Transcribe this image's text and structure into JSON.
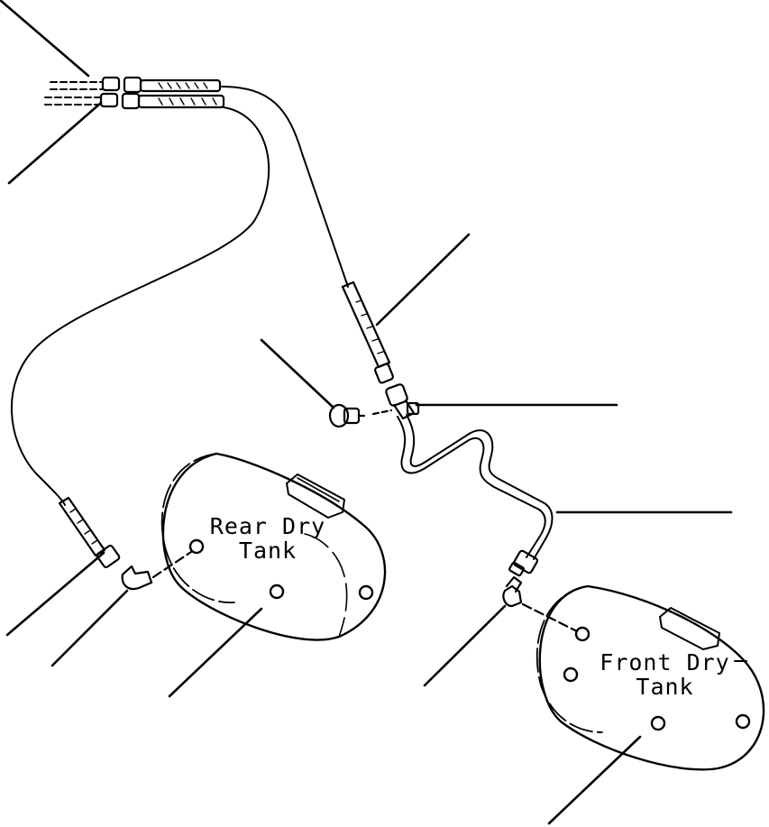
{
  "labels": {
    "rear_tank": {
      "line1": "Rear Dry",
      "line2": "Tank"
    },
    "front_tank": {
      "line1": "Front Dry",
      "line2": "Tank"
    }
  }
}
